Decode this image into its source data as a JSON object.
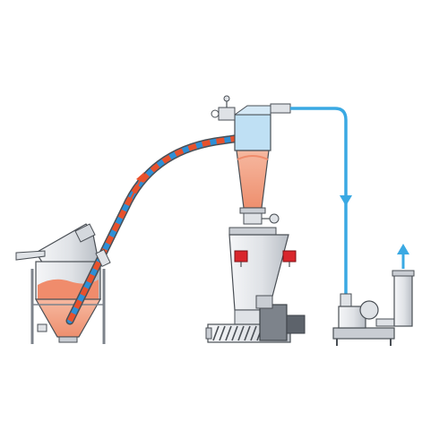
{
  "diagram": {
    "kind": "pneumatic conveying system",
    "labels": [],
    "colors": {
      "background": "#ffffff",
      "material": "#f08c6c",
      "material_light": "#f6b8a0",
      "conveying_line_red": "#e8512c",
      "conveying_line_blue": "#2e8fd6",
      "air_line": "#3aa9e3",
      "steel_light": "#e9ebee",
      "steel_mid": "#c9cdd3",
      "steel_dark": "#7d838b",
      "outline": "#4a4f55",
      "filter_blue": "#bfe0f4",
      "valve_red": "#d9262c"
    },
    "components": [
      {
        "name": "feed-hopper",
        "icon": "hopper-icon"
      },
      {
        "name": "conveying-pipe",
        "icon": "pipe-icon"
      },
      {
        "name": "cyclone-filter-receiver",
        "icon": "filter-receiver-icon"
      },
      {
        "name": "discharge-hopper",
        "icon": "hopper-icon"
      },
      {
        "name": "screw-feeder",
        "icon": "screw-conveyor-icon"
      },
      {
        "name": "vacuum-line",
        "icon": "air-line-icon"
      },
      {
        "name": "vacuum-pump",
        "icon": "pump-icon"
      },
      {
        "name": "exhaust-silencer",
        "icon": "silencer-icon"
      }
    ],
    "flow_arrows": [
      {
        "name": "material-flow",
        "direction": "up-right"
      },
      {
        "name": "air-flow-down",
        "direction": "down"
      },
      {
        "name": "exhaust-up",
        "direction": "up"
      }
    ]
  }
}
